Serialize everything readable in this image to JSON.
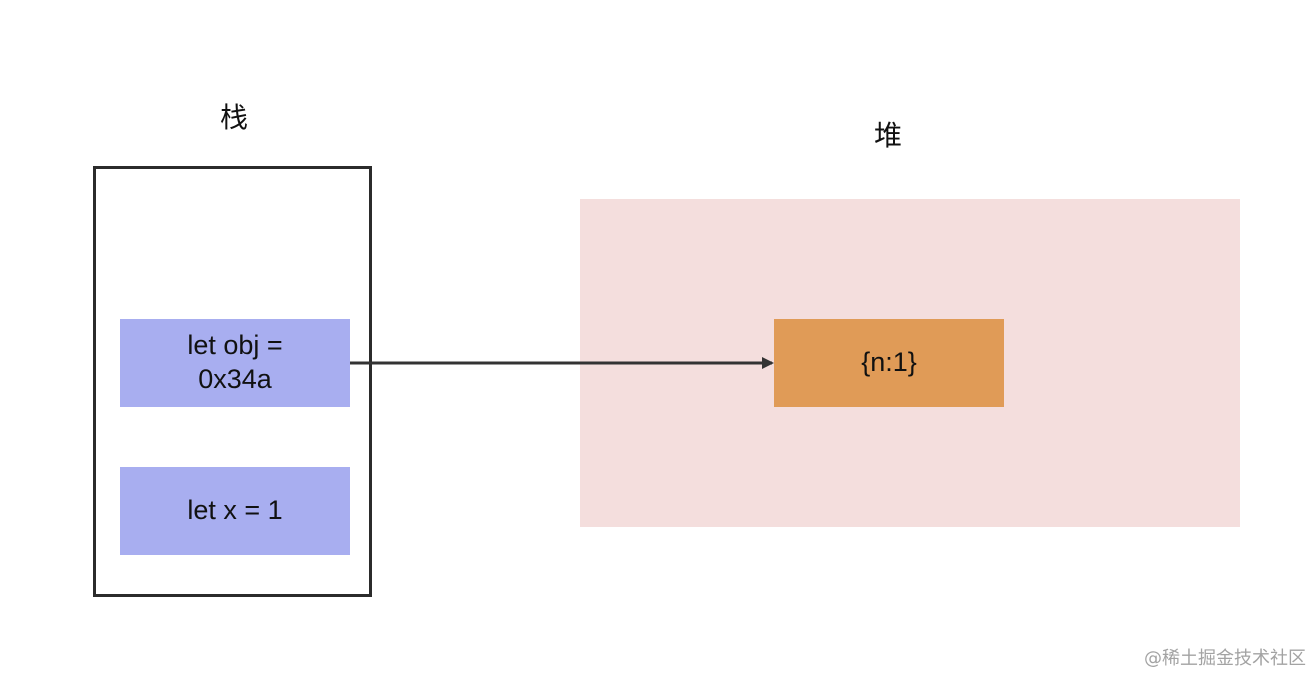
{
  "stack": {
    "title": "栈",
    "cells": [
      {
        "text": "let obj =\n0x34a"
      },
      {
        "text": "let x = 1"
      }
    ]
  },
  "heap": {
    "title": "堆",
    "object": {
      "text": "{n:1}"
    }
  },
  "watermark": "@稀土掘金技术社区",
  "colors": {
    "stack_cell": "#a8aef0",
    "heap_bg": "#f4dedd",
    "heap_object": "#e09b57",
    "frame_border": "#2b2b2b",
    "arrow": "#333333"
  }
}
